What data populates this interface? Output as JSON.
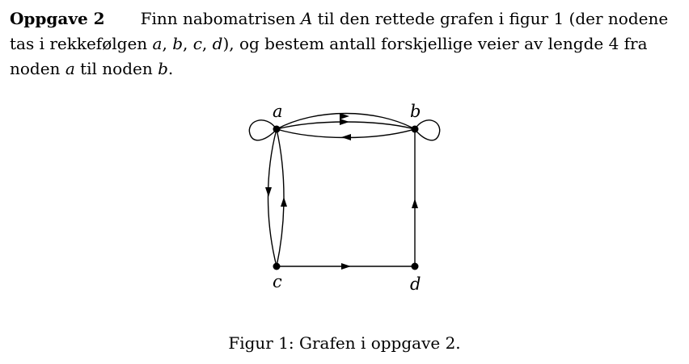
{
  "exercise": {
    "title": "Oppgave 2",
    "t1": "Finn nabomatrisen",
    "A": "A",
    "t2": "til den rettede grafen i figur 1 (der nodene tas i rekkefølgen",
    "a1": "a",
    "comma1": ",",
    "b1": "b",
    "comma2": ",",
    "c1": "c",
    "comma3": ",",
    "d1": "d",
    "t3": "), og bestem antall forskjellige veier av lengde 4 fra noden",
    "a2": "a",
    "t4": "til noden",
    "b2": "b",
    "period": "."
  },
  "graph": {
    "nodes": [
      {
        "id": "a",
        "label": "a"
      },
      {
        "id": "b",
        "label": "b"
      },
      {
        "id": "c",
        "label": "c"
      },
      {
        "id": "d",
        "label": "d"
      }
    ],
    "edges": [
      {
        "from": "a",
        "to": "a"
      },
      {
        "from": "b",
        "to": "b"
      },
      {
        "from": "a",
        "to": "b"
      },
      {
        "from": "a",
        "to": "b"
      },
      {
        "from": "b",
        "to": "a"
      },
      {
        "from": "a",
        "to": "c"
      },
      {
        "from": "c",
        "to": "a"
      },
      {
        "from": "c",
        "to": "d"
      },
      {
        "from": "d",
        "to": "b"
      }
    ]
  },
  "caption": "Figur 1: Grafen i oppgave 2."
}
